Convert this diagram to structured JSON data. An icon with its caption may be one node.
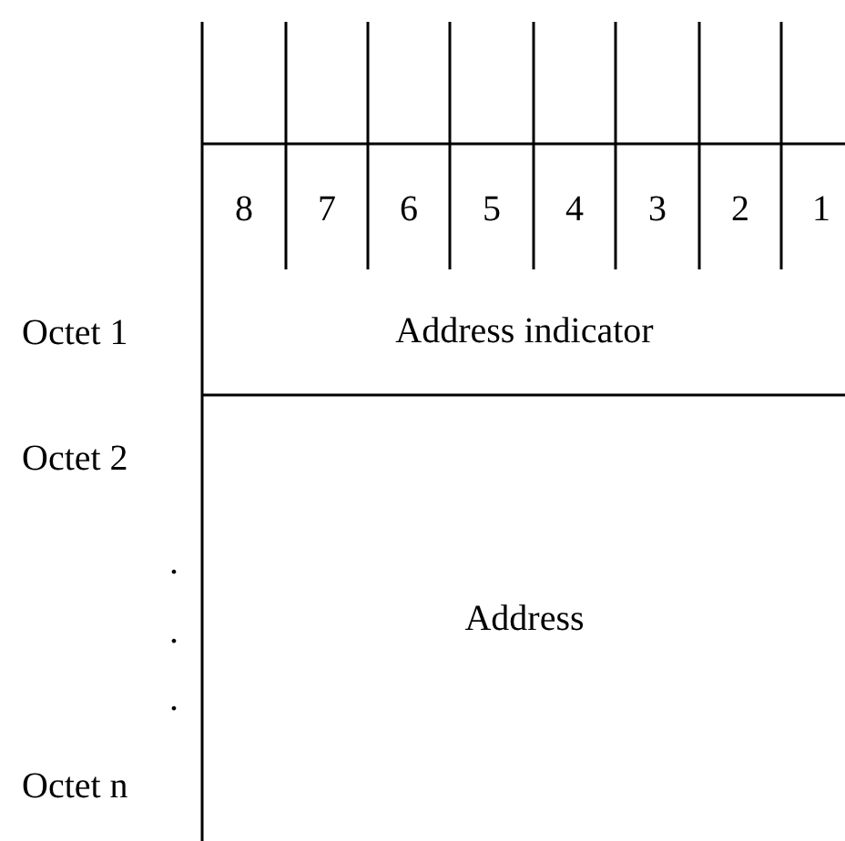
{
  "diagram": {
    "nodes": [
      {
        "text": [
          "Address indicator"
        ]
      },
      {
        "text": [
          "Address"
        ]
      }
    ],
    "labels": [
      "8",
      "7",
      "6",
      "5",
      "4",
      "3",
      "2",
      "1",
      "Octet 1",
      "Octet 2",
      ".",
      ".",
      ".",
      "Octet n"
    ]
  }
}
